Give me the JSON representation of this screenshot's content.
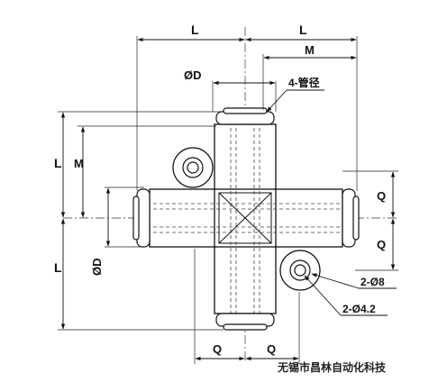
{
  "labels": {
    "dim_L_top_left": "L",
    "dim_L_top_right": "L",
    "dim_M_top": "M",
    "dim_D_top": "ØD",
    "tube_note": "4-管径",
    "dim_L_left_upper": "L",
    "dim_M_left": "M",
    "dim_L_left_lower": "L",
    "dim_D_left": "ØD",
    "dim_Q_right_upper": "Q",
    "dim_Q_right_lower": "Q",
    "dim_Q_bottom_left": "Q",
    "dim_Q_bottom_right": "Q",
    "hole_outer": "2-Ø8",
    "hole_inner": "2-Ø4.2",
    "watermark": "无锡市昌林自动化科技"
  }
}
